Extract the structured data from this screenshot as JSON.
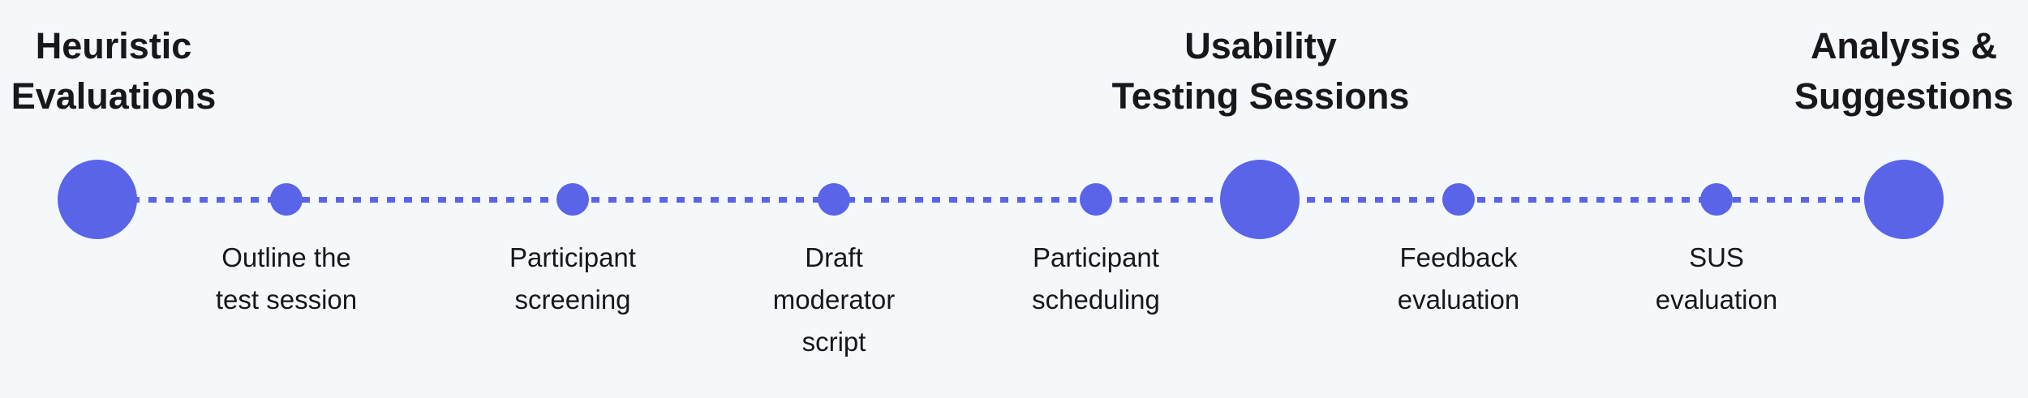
{
  "colors": {
    "background": "#f4f8fb",
    "accent": "#5a64e9",
    "text": "#17171c"
  },
  "timeline": {
    "stages": [
      {
        "title": "Heuristic Evaluations",
        "lines": [
          "Heuristic",
          "Evaluations"
        ]
      },
      {
        "title": "Usability Testing Sessions",
        "lines": [
          "Usability",
          "Testing Sessions"
        ]
      },
      {
        "title": "Analysis & Suggestions",
        "lines": [
          "Analysis &",
          "Suggestions"
        ]
      }
    ],
    "steps": [
      {
        "label": "Outline the test session",
        "lines": [
          "Outline the",
          "test session"
        ]
      },
      {
        "label": "Participant screening",
        "lines": [
          "Participant",
          "screening"
        ]
      },
      {
        "label": "Draft moderator script",
        "lines": [
          "Draft",
          "moderator",
          "script"
        ]
      },
      {
        "label": "Participant scheduling",
        "lines": [
          "Participant",
          "scheduling"
        ]
      },
      {
        "label": "Feedback evaluation",
        "lines": [
          "Feedback",
          "evaluation"
        ]
      },
      {
        "label": "SUS evaluation",
        "lines": [
          "SUS",
          "evaluation"
        ]
      }
    ]
  }
}
